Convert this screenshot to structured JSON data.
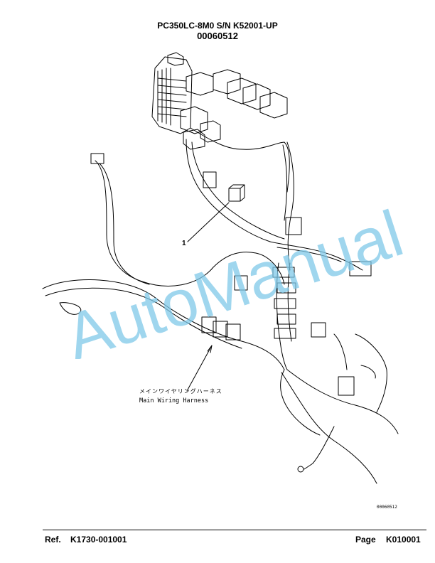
{
  "header": {
    "model": "PC350LC-8M0 S/N K52001-UP",
    "part_number": "00060512"
  },
  "diagram": {
    "callout": "1",
    "label_jp": "メインワイヤリングハーネス",
    "label_en": "Main Wiring Harness",
    "drawing_id": "00060512"
  },
  "watermark": {
    "text": "AutoManual",
    "color": "#7fc8e8"
  },
  "footer": {
    "ref_label": "Ref.",
    "ref_value": "K1730-001001",
    "page_label": "Page",
    "page_value": "K010001"
  }
}
